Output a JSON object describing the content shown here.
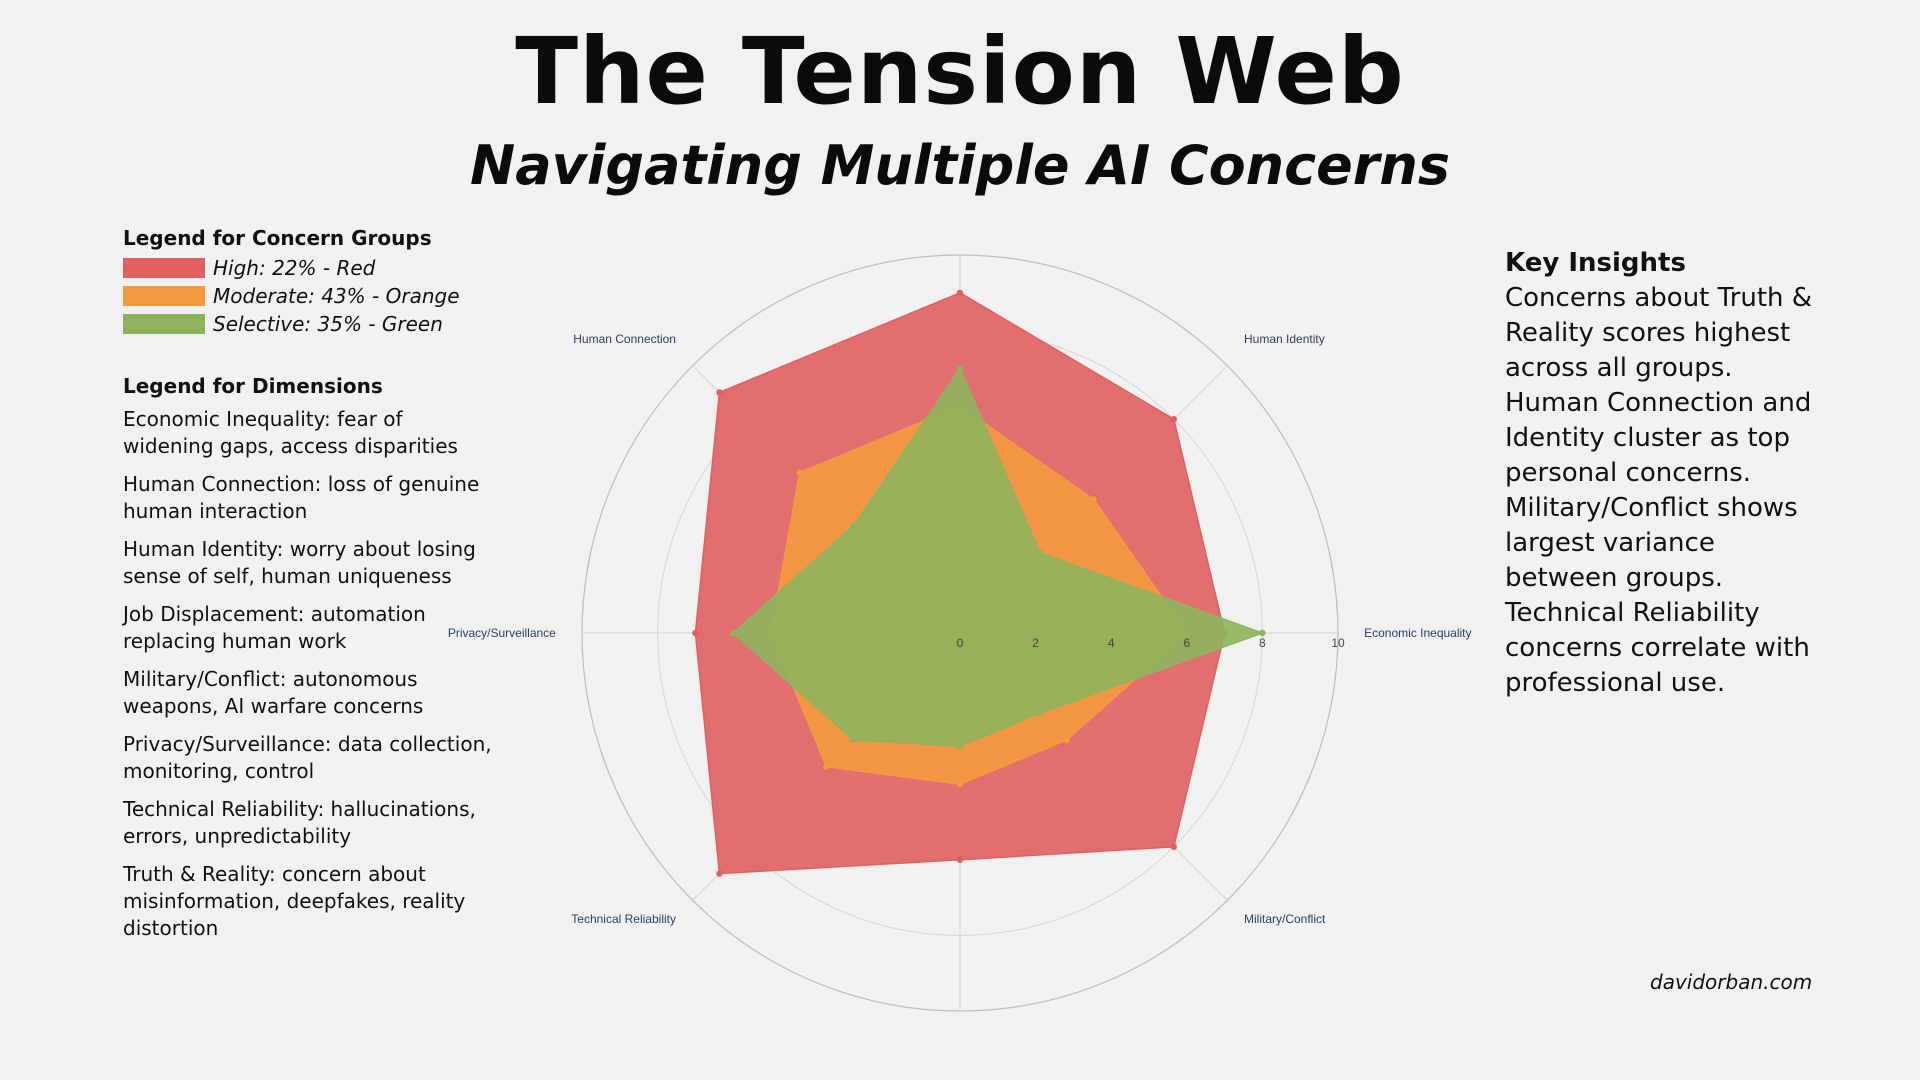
{
  "title": "The Tension Web",
  "subtitle": "Navigating Multiple AI Concerns",
  "legend_groups": {
    "title": "Legend for Concern Groups",
    "items": [
      {
        "label": "High: 22% - Red",
        "color": "#e06060"
      },
      {
        "label": "Moderate: 43% - Orange",
        "color": "#f59a3e"
      },
      {
        "label": "Selective: 35% - Green",
        "color": "#8fb35c"
      }
    ]
  },
  "legend_dimensions": {
    "title": "Legend for Dimensions",
    "items": [
      "Economic Inequality: fear of widening gaps, access disparities",
      "Human Connection: loss of genuine human interaction",
      "Human Identity: worry about losing sense of self, human uniqueness",
      "Job Displacement: automation replacing human work",
      "Military/Conflict: autonomous weapons, AI warfare concerns",
      "Privacy/Surveillance: data collection, monitoring, control",
      "Technical Reliability: hallucinations, errors, unpredictability",
      "Truth & Reality: concern about misinformation, deepfakes, reality distortion"
    ]
  },
  "insights": {
    "title": "Key Insights",
    "items": [
      "Concerns about Truth & Reality scores highest across all groups.",
      "Human Connection and Identity cluster as top personal concerns.",
      "Military/Conflict shows largest variance between groups.",
      "Technical Reliability concerns correlate with professional use."
    ]
  },
  "credit": "davidorban.com",
  "chart_data": {
    "type": "radar",
    "axes": [
      "Truth & Reality",
      "Human Identity",
      "Economic Inequality",
      "Military/Conflict",
      "Job Displacement",
      "Technical Reliability",
      "Privacy/Surveillance",
      "Human Connection"
    ],
    "range": [
      0,
      10
    ],
    "ticks": [
      "0",
      "2",
      "4",
      "6",
      "8",
      "10"
    ],
    "grid": true,
    "series": [
      {
        "name": "High",
        "color": "#e06060",
        "values": [
          9,
          8,
          7,
          8,
          6,
          9,
          7,
          9
        ]
      },
      {
        "name": "Moderate",
        "color": "#f59a3e",
        "values": [
          6,
          5,
          6,
          4,
          4,
          5,
          5,
          6
        ]
      },
      {
        "name": "Selective",
        "color": "#8fb35c",
        "values": [
          7,
          3,
          8,
          3,
          3,
          4,
          6,
          4
        ]
      }
    ]
  }
}
